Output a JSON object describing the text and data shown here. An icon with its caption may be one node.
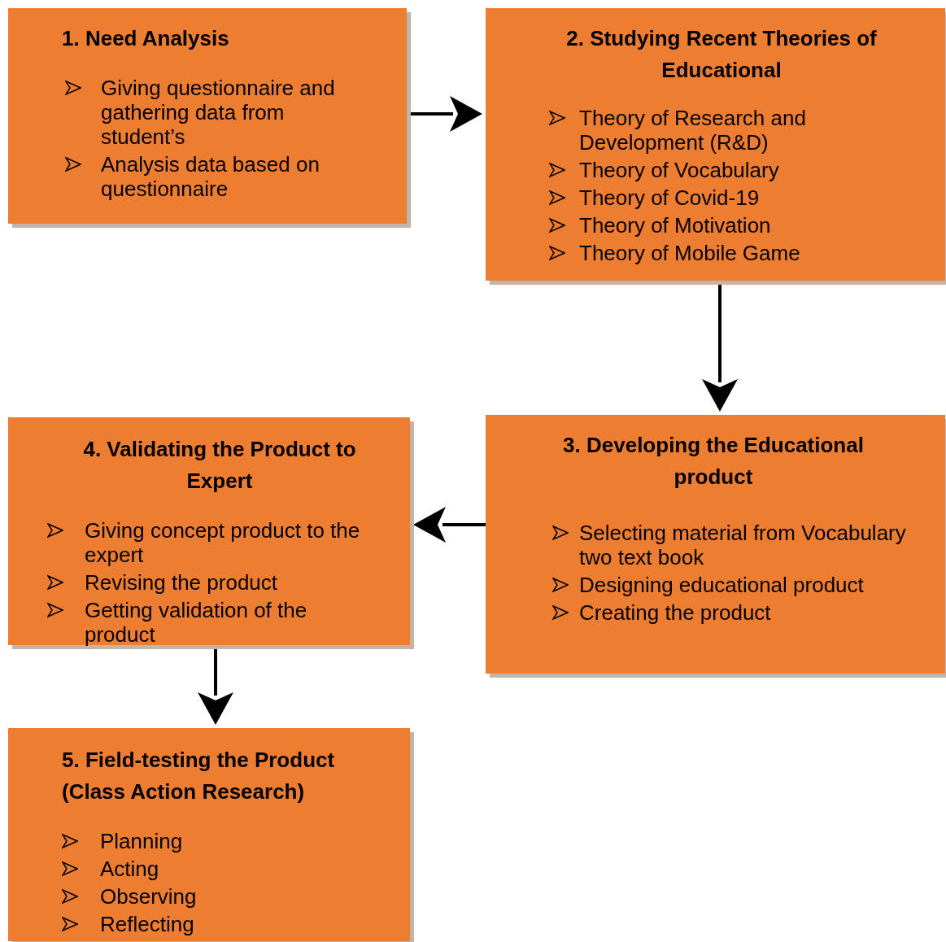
{
  "diagram": {
    "nodes": [
      {
        "text": [
          "1.   Need Analysis",
          "Giving questionnaire and gathering data from student’s",
          "Analysis data based on questionnaire"
        ]
      },
      {
        "text": [
          "2. Studying Recent Theories of Educational",
          "Theory of Research and Development (R&D)",
          "Theory of Vocabulary",
          "Theory of Covid-19",
          "Theory of Motivation",
          "Theory of Mobile Game"
        ]
      },
      {
        "text": [
          "3. Developing the Educational product",
          "Selecting material from Vocabulary two text book",
          "Designing educational product",
          "Creating the product"
        ]
      },
      {
        "text": [
          "4. Validating the Product to Expert",
          "Giving concept product to the expert",
          "Revising the product",
          "Getting validation of the product"
        ]
      },
      {
        "text": [
          "5.  Field-testing  the  Product (Class Action Research)",
          "Planning",
          "Acting",
          "Observing",
          "Reflecting"
        ]
      }
    ],
    "edges": [
      {
        "from": 0,
        "to": 1,
        "arrow": "to"
      },
      {
        "from": 1,
        "to": 2,
        "arrow": "to"
      },
      {
        "from": 2,
        "to": 3,
        "arrow": "to"
      },
      {
        "from": 3,
        "to": 4,
        "arrow": "to"
      }
    ]
  }
}
